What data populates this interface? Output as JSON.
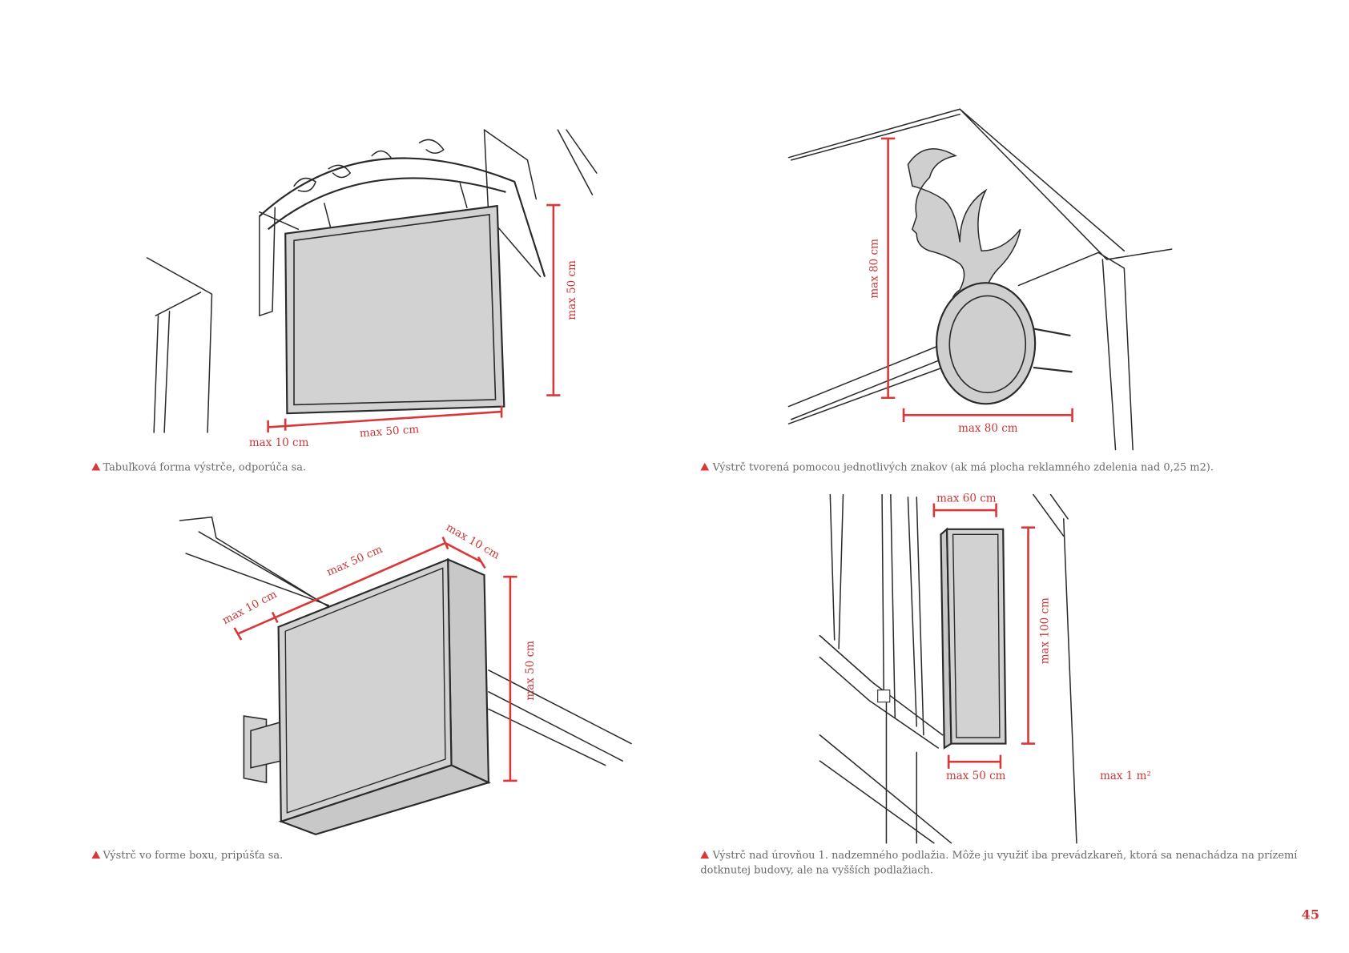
{
  "page_number": "45",
  "accent_color": "#d9383a",
  "figures": [
    {
      "caption": "Tabuľková forma výstrče, odporúča sa.",
      "dimensions": [
        "max 50 cm",
        "max 10 cm",
        "max 50 cm"
      ]
    },
    {
      "caption": "Výstrč tvorená pomocou jednotlivých znakov (ak má plocha reklamného zdelenia nad 0,25 m2).",
      "dimensions": [
        "max 80 cm",
        "max 80 cm"
      ]
    },
    {
      "caption": "Výstrč vo forme boxu, pripúšťa sa.",
      "dimensions": [
        "max 10 cm",
        "max 50 cm",
        "max 10 cm",
        "max 50 cm"
      ]
    },
    {
      "caption_line1": "Výstrč nad úrovňou 1. nadzemného podlažia. Môže ju využiť iba prevádzkareň, ktorá sa nenachádza na prízemí",
      "caption_line2": "dotknutej budovy, ale na vyšších podlažiach.",
      "dimensions": [
        "max 60 cm",
        "max 100 cm",
        "max 50 cm",
        "max 1 m²"
      ]
    }
  ]
}
